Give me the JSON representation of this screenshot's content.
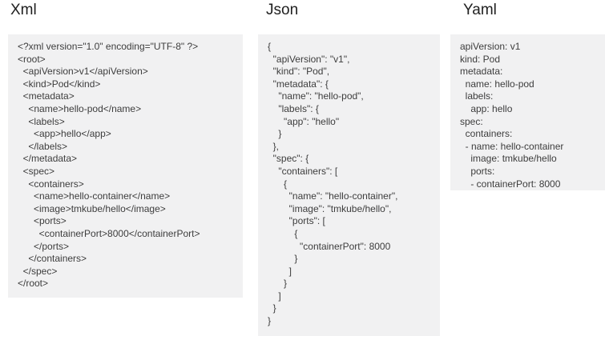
{
  "colors": {
    "page_background": "#ffffff",
    "panel_background": "#f1f1f2",
    "code_text": "#3d3d3d",
    "title_text": "#1f1f1f"
  },
  "sections": {
    "xml": {
      "title": "Xml",
      "code": "<?xml version=\"1.0\" encoding=\"UTF-8\" ?>\n<root>\n  <apiVersion>v1</apiVersion>\n  <kind>Pod</kind>\n  <metadata>\n    <name>hello-pod</name>\n    <labels>\n      <app>hello</app>\n    </labels>\n  </metadata>\n  <spec>\n    <containers>\n      <name>hello-container</name>\n      <image>tmkube/hello</image>\n      <ports>\n        <containerPort>8000</containerPort>\n      </ports>\n    </containers>\n  </spec>\n</root>"
    },
    "json": {
      "title": "Json",
      "code": "{\n  \"apiVersion\": \"v1\",\n  \"kind\": \"Pod\",\n  \"metadata\": {\n    \"name\": \"hello-pod\",\n    \"labels\": {\n      \"app\": \"hello\"\n    }\n  },\n  \"spec\": {\n    \"containers\": [\n      {\n        \"name\": \"hello-container\",\n        \"image\": \"tmkube/hello\",\n        \"ports\": [\n          {\n            \"containerPort\": 8000\n          }\n        ]\n      }\n    ]\n  }\n}"
    },
    "yaml": {
      "title": "Yaml",
      "code": "apiVersion: v1\nkind: Pod\nmetadata:\n  name: hello-pod\n  labels:\n    app: hello\nspec:\n  containers:\n  - name: hello-container\n    image: tmkube/hello\n    ports:\n    - containerPort: 8000"
    }
  }
}
